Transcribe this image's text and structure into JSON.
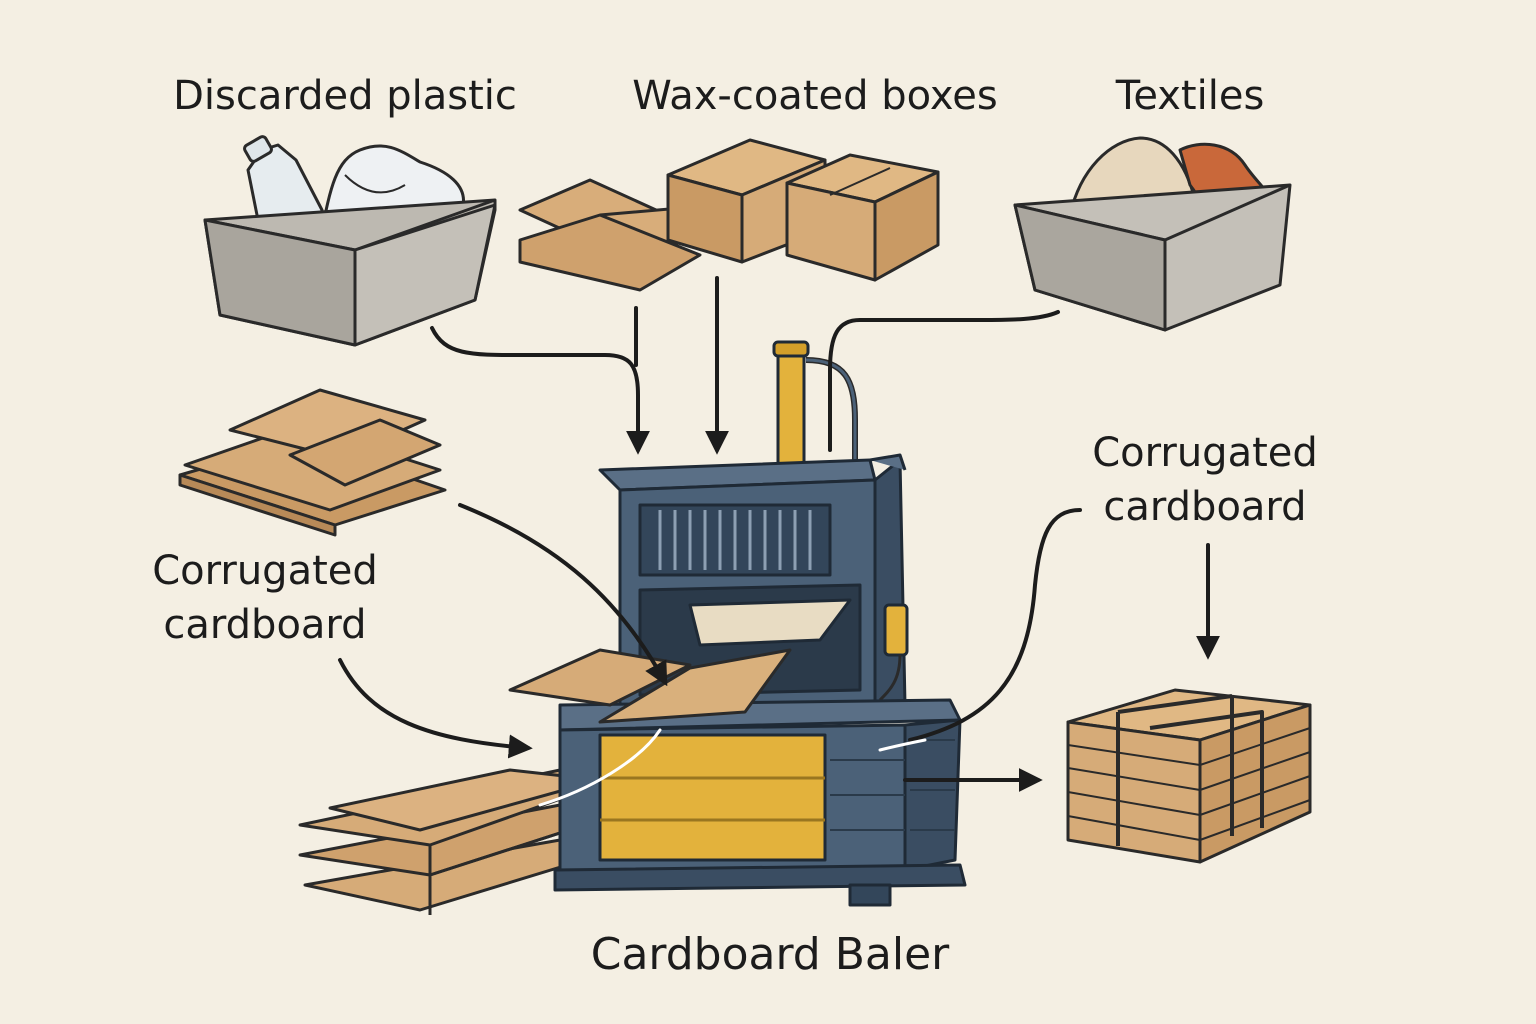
{
  "labels": {
    "discarded_plastic": "Discarded plastic",
    "wax_coated_boxes": "Wax-coated boxes",
    "textiles": "Textiles",
    "corrugated_left": [
      "Corrugated",
      "cardboard"
    ],
    "corrugated_right": [
      "Corrugated",
      "cardboard"
    ],
    "baler": "Cardboard Baler"
  },
  "colors": {
    "background": "#f4efe3",
    "cardboard": "#d6ab78",
    "cardboard_dark": "#b88a58",
    "bin": "#b9b5ad",
    "baler_body": "#4b6178",
    "baler_dark": "#33465a",
    "baler_yellow": "#e3b23c",
    "textile_beige": "#e7d7bd",
    "textile_rust": "#c9683a",
    "ink": "#1c1c1c"
  },
  "icons": [
    "plastic-bottle-icon",
    "plastic-bag-icon",
    "textile-icon",
    "cardboard-box-icon",
    "cardboard-bale-icon",
    "baler-machine-icon"
  ]
}
